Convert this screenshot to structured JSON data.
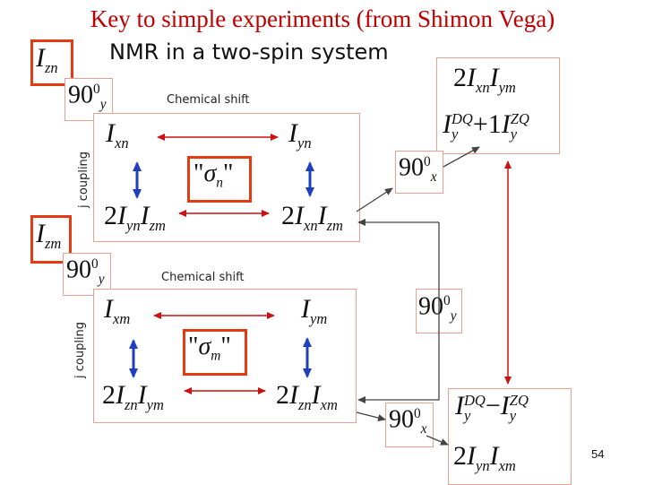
{
  "title": "Key to simple experiments (from Shimon Vega)",
  "subtitle": "NMR in a two-spin system",
  "chemical_shift_label": "Chemical shift",
  "j_coupling_label": "j coupling",
  "slide_number": "54",
  "colors": {
    "title": "#c00000",
    "box_border": "#e8a090",
    "red_box": "#e63a12",
    "blue_arrow": "#1f3fbf",
    "red_arrow": "#cc1111",
    "dark_arrow": "#444444"
  },
  "top_block": {
    "start_state": {
      "base": "I",
      "sub": "zn"
    },
    "pulse": {
      "base": "90",
      "sup": "0",
      "sub": "y"
    },
    "terms": [
      {
        "prefix": "",
        "base": "I",
        "sub": "xn"
      },
      {
        "prefix": "",
        "base": "I",
        "sub": "yn"
      },
      {
        "prefix": "2",
        "base": "I",
        "sub": "yn",
        "base2": "I",
        "sub2": "zm"
      },
      {
        "prefix": "2",
        "base": "I",
        "sub": "xn",
        "base2": "I",
        "sub2": "zm"
      }
    ],
    "center": {
      "quote_open": "\"",
      "base": "σ",
      "sub": "n",
      "quote_close": "\""
    }
  },
  "bottom_block": {
    "start_state": {
      "base": "I",
      "sub": "zm"
    },
    "pulse": {
      "base": "90",
      "sup": "0",
      "sub": "y"
    },
    "terms": [
      {
        "prefix": "",
        "base": "I",
        "sub": "xm"
      },
      {
        "prefix": "",
        "base": "I",
        "sub": "ym"
      },
      {
        "prefix": "2",
        "base": "I",
        "sub": "zn",
        "base2": "I",
        "sub2": "ym"
      },
      {
        "prefix": "2",
        "base": "I",
        "sub": "zn",
        "base2": "I",
        "sub2": "xm"
      }
    ],
    "center": {
      "quote_open": "\"",
      "base": "σ",
      "sub": "m",
      "quote_close": "\""
    }
  },
  "right_column": {
    "pulse_x_top": {
      "base": "90",
      "sup": "0",
      "sub": "x"
    },
    "pulse_y_mid": {
      "base": "90",
      "sup": "0",
      "sub": "y"
    },
    "pulse_x_bottom": {
      "base": "90",
      "sup": "0",
      "sub": "x"
    },
    "top_result": {
      "line1": {
        "prefix": "2",
        "base": "I",
        "sub": "xn",
        "base2": "I",
        "sub2": "ym"
      },
      "line2": {
        "base": "I",
        "sup": "DQ",
        "sub": "y",
        "op": "+",
        "base2": "I",
        "sup2": "ZQ",
        "sub2": "y"
      }
    },
    "bottom_result": {
      "line1": {
        "base": "I",
        "sup": "DQ",
        "sub": "y",
        "op": "−",
        "base2": "I",
        "sup2": "ZQ",
        "sub2": "y"
      },
      "line2": {
        "prefix": "2",
        "base": "I",
        "sub": "yn",
        "base2": "I",
        "sub2": "xm"
      }
    }
  }
}
